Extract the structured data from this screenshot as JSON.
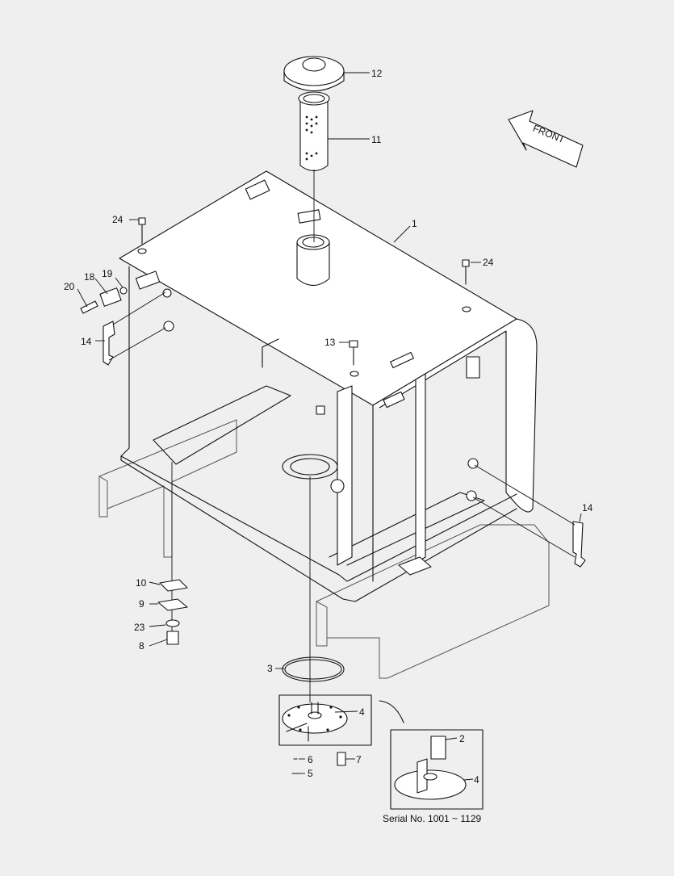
{
  "callouts": {
    "c1": "1",
    "c2": "2",
    "c3": "3",
    "c4a": "4",
    "c4b": "4",
    "c5": "5",
    "c6": "6",
    "c7": "7",
    "c8": "8",
    "c9": "9",
    "c10": "10",
    "c11": "11",
    "c12": "12",
    "c13": "13",
    "c14a": "14",
    "c14b": "14",
    "c18": "18",
    "c19": "19",
    "c20": "20",
    "c23": "23",
    "c24a": "24",
    "c24b": "24"
  },
  "front_label": "FRONT",
  "serial_note": "Serial No. 1001 ~ 1129"
}
